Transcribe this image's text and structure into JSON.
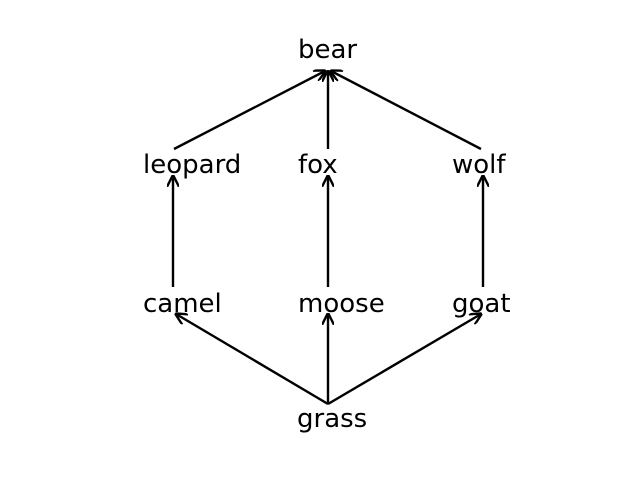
{
  "diagram": {
    "type": "directed-graph",
    "colors": {
      "node_text": "#000000",
      "edge": "#000000",
      "background": "#ffffff"
    },
    "nodes": {
      "bear": "bear",
      "leopard": "leopard",
      "fox": "fox",
      "wolf": "wolf",
      "camel": "camel",
      "moose": "moose",
      "goat": "goat",
      "grass": "grass"
    },
    "edges": [
      {
        "from": "grass",
        "to": "camel"
      },
      {
        "from": "grass",
        "to": "moose"
      },
      {
        "from": "grass",
        "to": "goat"
      },
      {
        "from": "camel",
        "to": "leopard"
      },
      {
        "from": "moose",
        "to": "fox"
      },
      {
        "from": "goat",
        "to": "wolf"
      },
      {
        "from": "leopard",
        "to": "bear"
      },
      {
        "from": "fox",
        "to": "bear"
      },
      {
        "from": "wolf",
        "to": "bear"
      }
    ]
  }
}
